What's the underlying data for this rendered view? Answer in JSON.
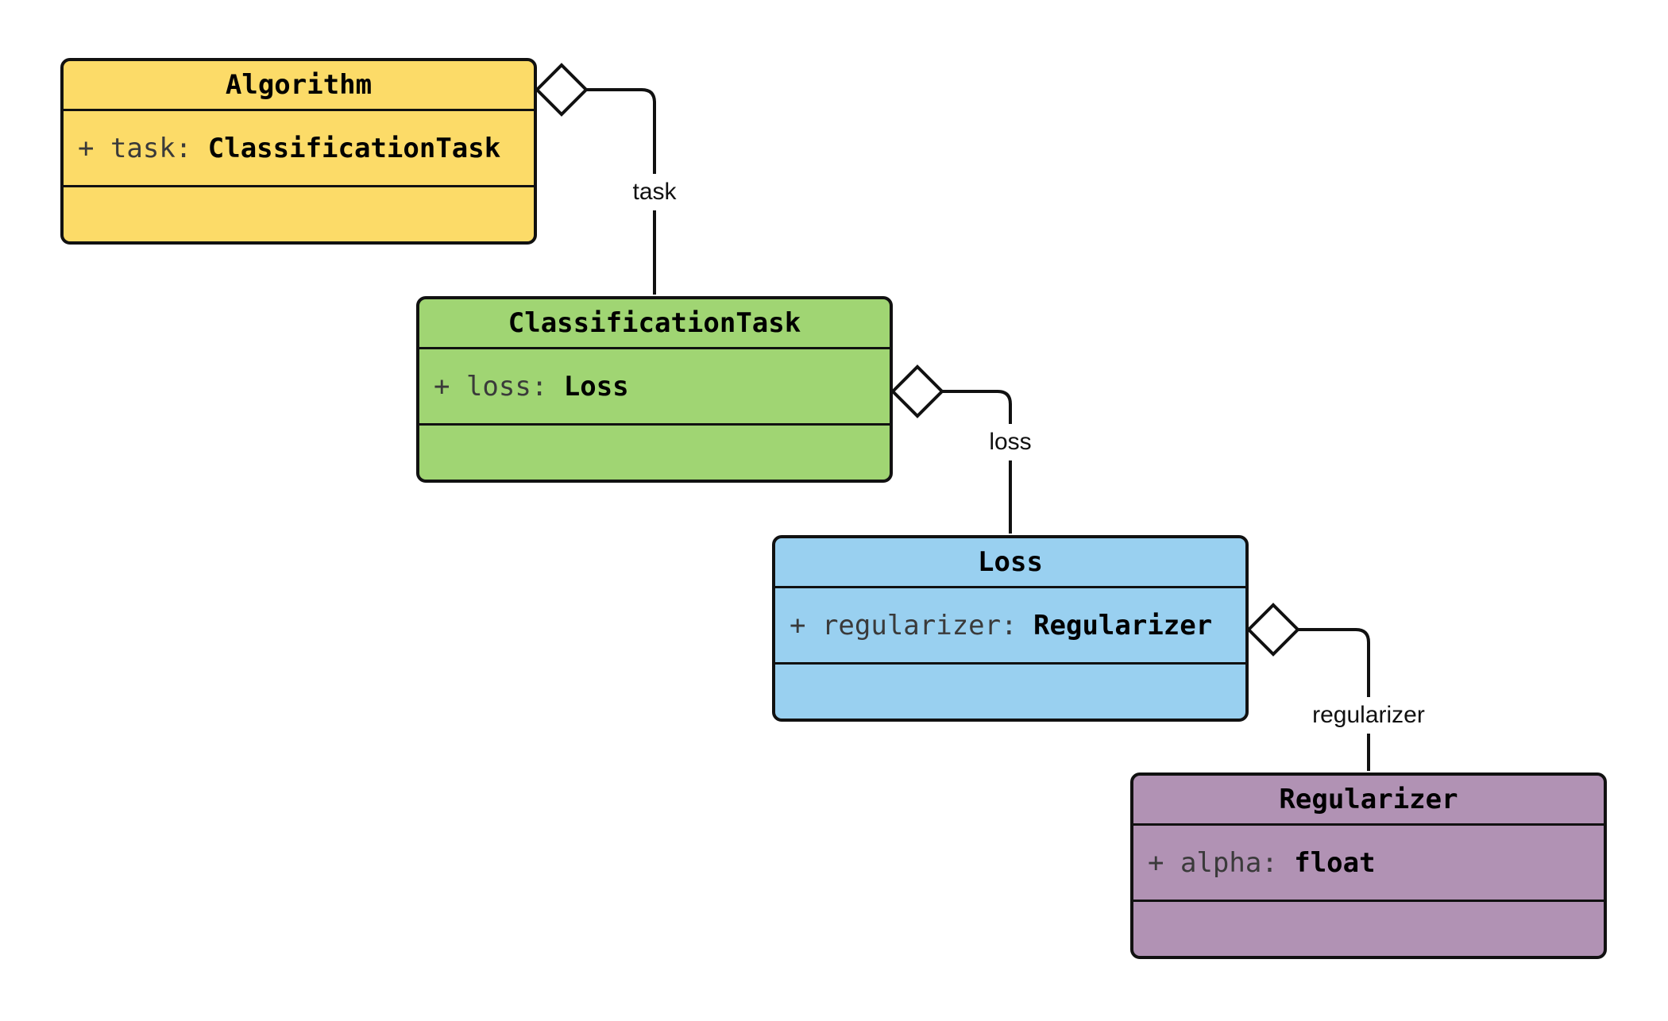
{
  "diagram": {
    "type": "uml-class-diagram",
    "background_color": "#ffffff",
    "stroke_color": "#111111",
    "classes": [
      {
        "name": "Algorithm",
        "fill": "#FCDB68",
        "attributes": [
          {
            "name": "+ task: ",
            "type": "ClassificationTask"
          }
        ],
        "methods": []
      },
      {
        "name": "ClassificationTask",
        "fill": "#A0D573",
        "attributes": [
          {
            "name": "+ loss: ",
            "type": "Loss"
          }
        ],
        "methods": []
      },
      {
        "name": "Loss",
        "fill": "#99D0F0",
        "attributes": [
          {
            "name": "+ regularizer: ",
            "type": "Regularizer"
          }
        ],
        "methods": []
      },
      {
        "name": "Regularizer",
        "fill": "#B192B4",
        "attributes": [
          {
            "name": "+ alpha: ",
            "type": "float"
          }
        ],
        "methods": []
      }
    ],
    "relations": [
      {
        "from": "Algorithm",
        "to": "ClassificationTask",
        "label": "task",
        "kind": "aggregation"
      },
      {
        "from": "ClassificationTask",
        "to": "Loss",
        "label": "loss",
        "kind": "aggregation"
      },
      {
        "from": "Loss",
        "to": "Regularizer",
        "label": "regularizer",
        "kind": "aggregation"
      }
    ]
  }
}
